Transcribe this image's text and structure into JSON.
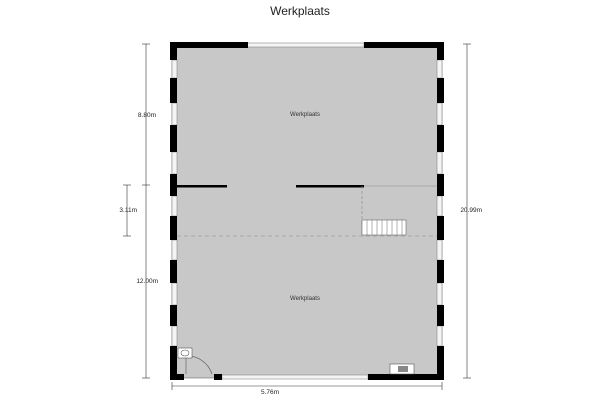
{
  "title": "Werkplaats",
  "rooms": {
    "upper": "Werkplaats",
    "lower": "Werkplaats"
  },
  "dimensions": {
    "upper_height": "8.80m",
    "middle_height": "3.11m",
    "lower_height": "12.00m",
    "total_height": "20.99m",
    "bottom_width": "5.76m"
  },
  "colors": {
    "floor": "#c8c8c8",
    "wall": "#000000"
  }
}
